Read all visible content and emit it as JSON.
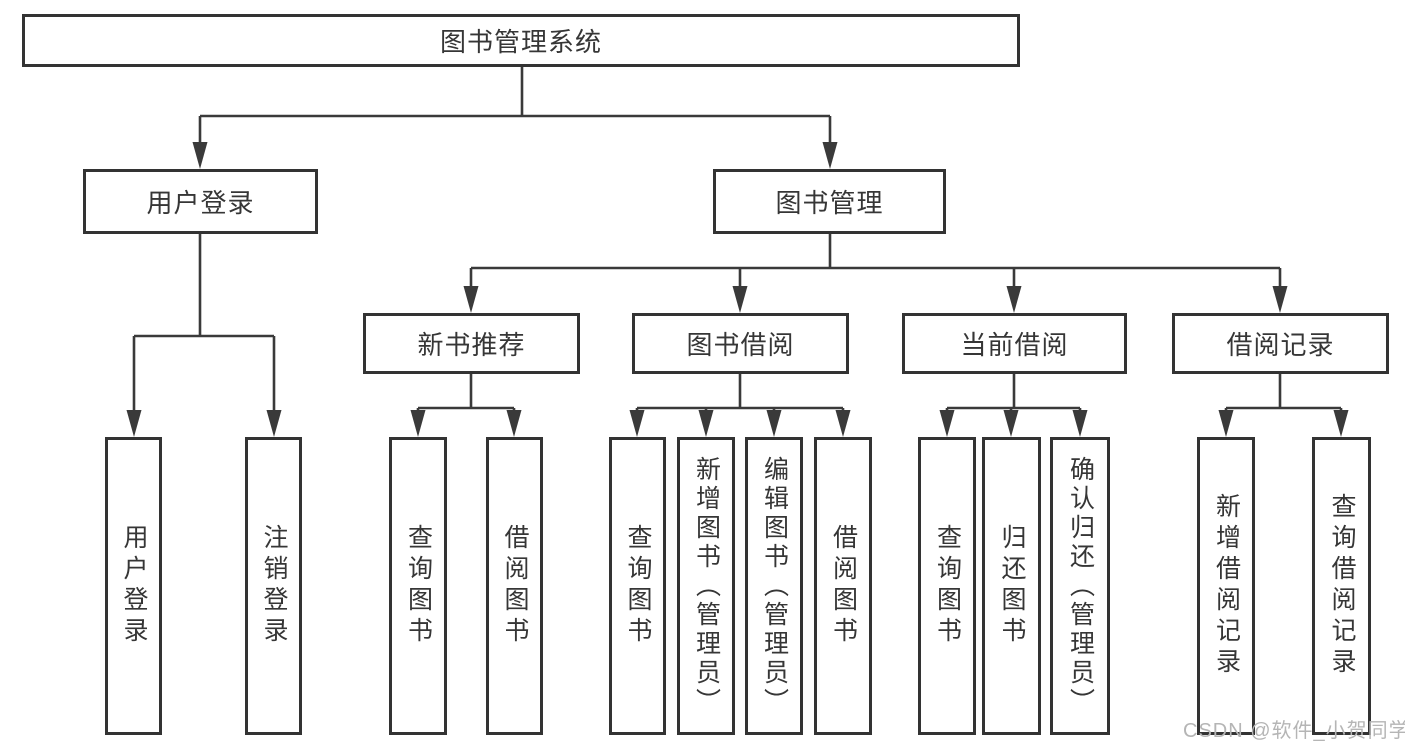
{
  "nodes": {
    "root": "图书管理系统",
    "user_login": "用户登录",
    "book_mgmt": "图书管理",
    "new_book_rec": "新书推荐",
    "book_borrow": "图书借阅",
    "current_borrow": "当前借阅",
    "borrow_record": "借阅记录",
    "leaf_user_login": "用户登录",
    "leaf_logout": "注销登录",
    "leaf_nb_query": "查询图书",
    "leaf_nb_borrow": "借阅图书",
    "leaf_bb_query": "查询图书",
    "leaf_bb_add": "新增图书（管理员）",
    "leaf_bb_edit": "编辑图书（管理员）",
    "leaf_bb_borrow": "借阅图书",
    "leaf_cb_query": "查询图书",
    "leaf_cb_return": "归还图书",
    "leaf_cb_confirm": "确认归还（管理员）",
    "leaf_br_add": "新增借阅记录",
    "leaf_br_query": "查询借阅记录"
  },
  "watermark": {
    "text": "CSDN @软件_小贺同学"
  },
  "colors": {
    "line_color": "#3a3a3a",
    "box_border": "#333333",
    "text_color": "#363636",
    "bg_color": "#ffffff",
    "watermark_color": "#b5b5b5"
  }
}
